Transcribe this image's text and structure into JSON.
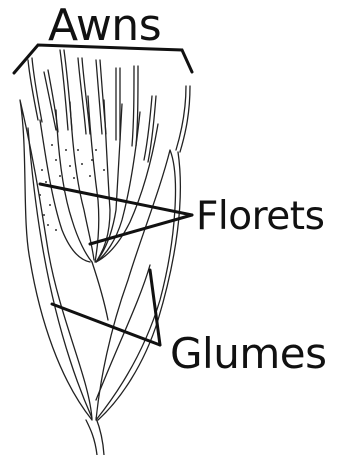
{
  "labels": {
    "awns": "Awns",
    "florets": "Florets",
    "glumes": "Glumes"
  },
  "colors": {
    "ink": "#111111",
    "background": "#ffffff"
  }
}
